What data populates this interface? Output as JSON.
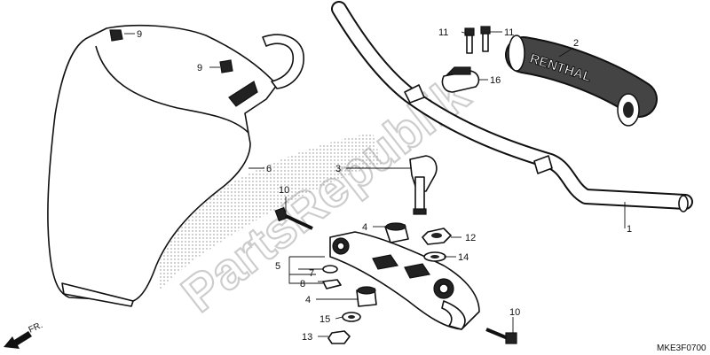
{
  "watermark": "PartsRepublik",
  "diagram_code": "MKE3F0700",
  "direction_label": "FR.",
  "grip_brand": "RENTHAL",
  "callouts": {
    "c1": "1",
    "c2": "2",
    "c3": "3",
    "c4a": "4",
    "c4b": "4",
    "c5": "5",
    "c6": "6",
    "c7": "7",
    "c8": "8",
    "c9a": "9",
    "c9b": "9",
    "c10a": "10",
    "c10b": "10",
    "c11a": "11",
    "c11b": "11",
    "c12": "12",
    "c13": "13",
    "c14": "14",
    "c15": "15",
    "c16": "16"
  }
}
